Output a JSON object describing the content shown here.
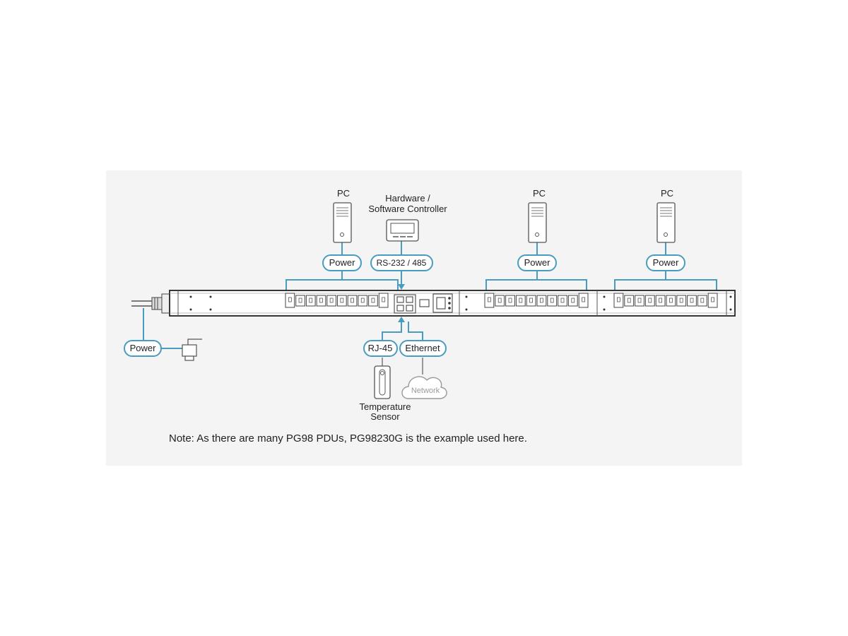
{
  "labels": {
    "pc_1": "PC",
    "pc_2": "PC",
    "pc_3": "PC",
    "controller_line1": "Hardware /",
    "controller_line2": "Software Controller",
    "sensor_line1": "Temperature",
    "sensor_line2": "Sensor",
    "network_cloud": "Network"
  },
  "connections": {
    "power_1": "Power",
    "rs232": "RS-232 / 485",
    "power_2": "Power",
    "power_3": "Power",
    "power_input": "Power",
    "rj45": "RJ-45",
    "ethernet": "Ethernet"
  },
  "note": "Note: As there are many PG98 PDUs, PG98230G is the example used here.",
  "colors": {
    "connector": "#4a9bc0",
    "panel_background": "#f4f4f4"
  }
}
